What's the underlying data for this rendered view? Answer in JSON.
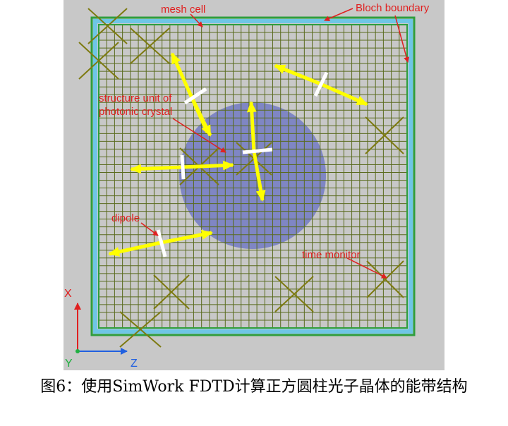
{
  "labels": {
    "mesh_cell": "mesh cell",
    "bloch_boundary": "Bloch boundary",
    "structure_unit_line1": "structure unit of",
    "structure_unit_line2": "photonic crystal",
    "dipole": "dipole",
    "time_monitor": "time monitor"
  },
  "axes": {
    "x": "X",
    "y": "Y",
    "z": "Z"
  },
  "caption": "图6：使用SimWork FDTD计算正方圆柱光子晶体的能带结构",
  "colors": {
    "background": "#c8c8c8",
    "grid": "#5a6b1e",
    "boundary_outer": "#2e9e3e",
    "boundary_inner": "#6ec6e6",
    "cylinder": "#7f86c4",
    "monitor": "#7d7a10",
    "dipole_arrow": "#ffff00",
    "dipole": "#ffffff",
    "label": "#e02020",
    "axis_x": "#e02020",
    "axis_z": "#2060e0",
    "axis_y": "#20b040"
  }
}
